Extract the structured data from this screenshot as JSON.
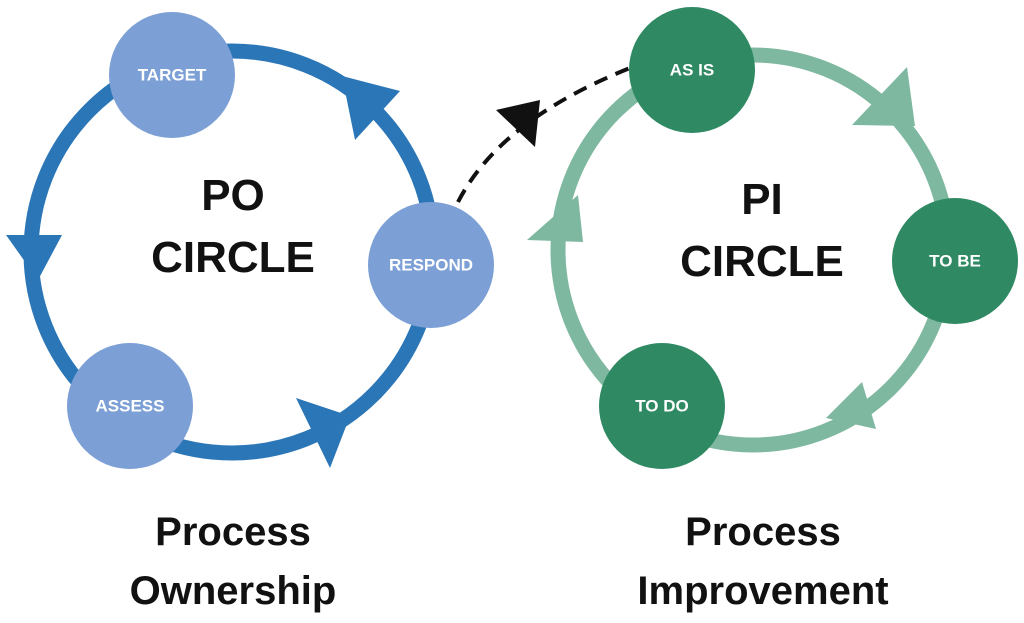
{
  "po_circle": {
    "title_line1": "PO",
    "title_line2": "CIRCLE",
    "ring_color": "#2b76b6",
    "node_color": "#7c9fd6",
    "nodes": {
      "target": "TARGET",
      "respond": "RESPOND",
      "assess": "ASSESS"
    },
    "caption_line1": "Process",
    "caption_line2": "Ownership"
  },
  "pi_circle": {
    "title_line1": "PI",
    "title_line2": "CIRCLE",
    "ring_color": "#7fb8a0",
    "node_color": "#2f8a64",
    "nodes": {
      "as_is": "AS IS",
      "to_be": "TO BE",
      "to_do": "TO DO"
    },
    "caption_line1": "Process",
    "caption_line2": "Improvement"
  },
  "connector": {
    "style": "dashed",
    "color": "#111111"
  }
}
